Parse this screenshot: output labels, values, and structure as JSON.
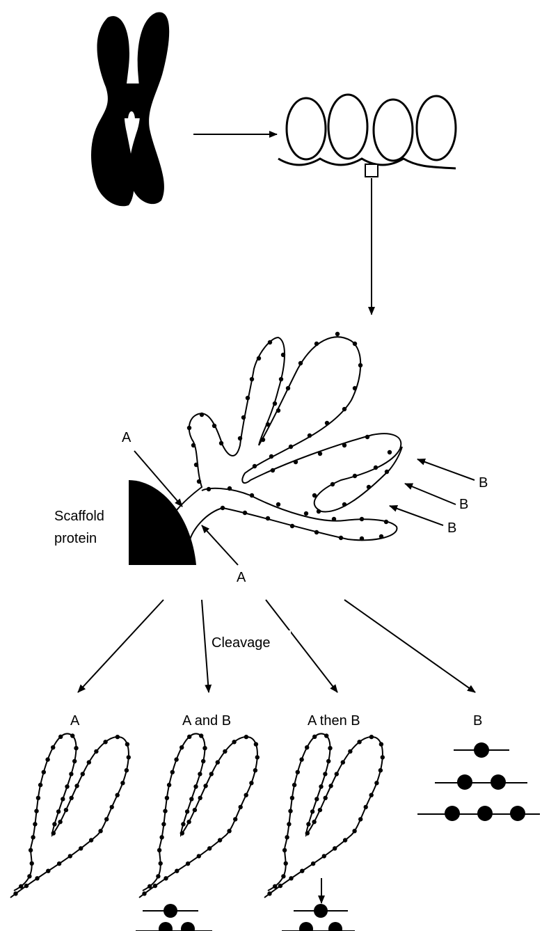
{
  "labels": {
    "scaffold_line1": "Scaffold",
    "scaffold_line2": "protein",
    "a_upper": "A",
    "a_lower": "A",
    "b1": "B",
    "b2": "B",
    "b3": "B",
    "cleavage": "Cleavage",
    "result_a": "A",
    "result_a_and_b": "A and B",
    "result_a_then_b": "A then B",
    "result_b": "B"
  },
  "colors": {
    "ink": "#000000",
    "background": "#ffffff"
  }
}
